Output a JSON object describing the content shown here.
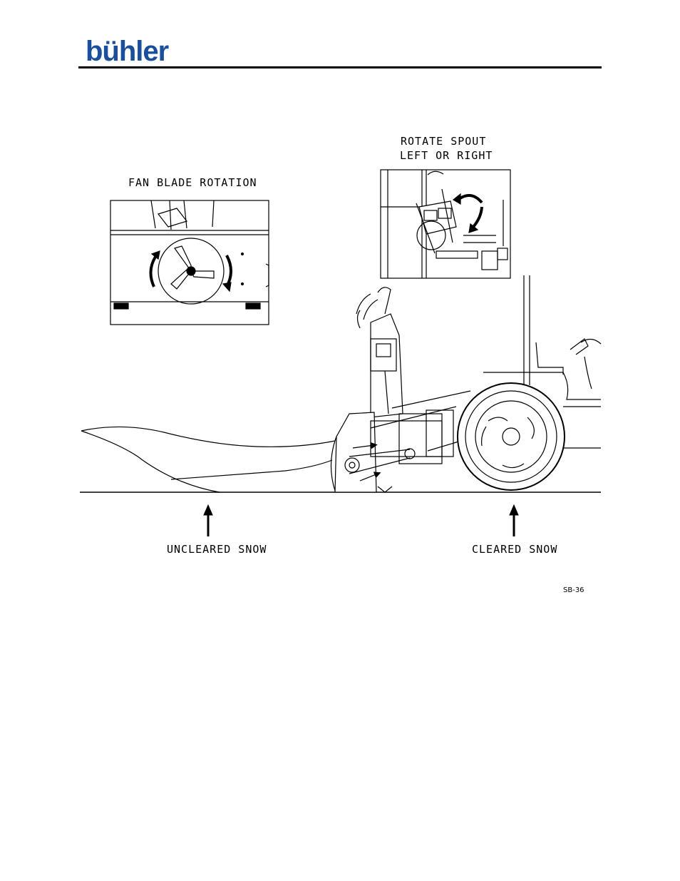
{
  "header": {
    "logo_text": "bühler"
  },
  "figure": {
    "spout_label_line1": "ROTATE SPOUT",
    "spout_label_line2": "LEFT OR RIGHT",
    "fan_label": "FAN BLADE ROTATION",
    "uncleared_label": "UNCLEARED SNOW",
    "cleared_label": "CLEARED SNOW",
    "figure_ref": "SB-36"
  }
}
